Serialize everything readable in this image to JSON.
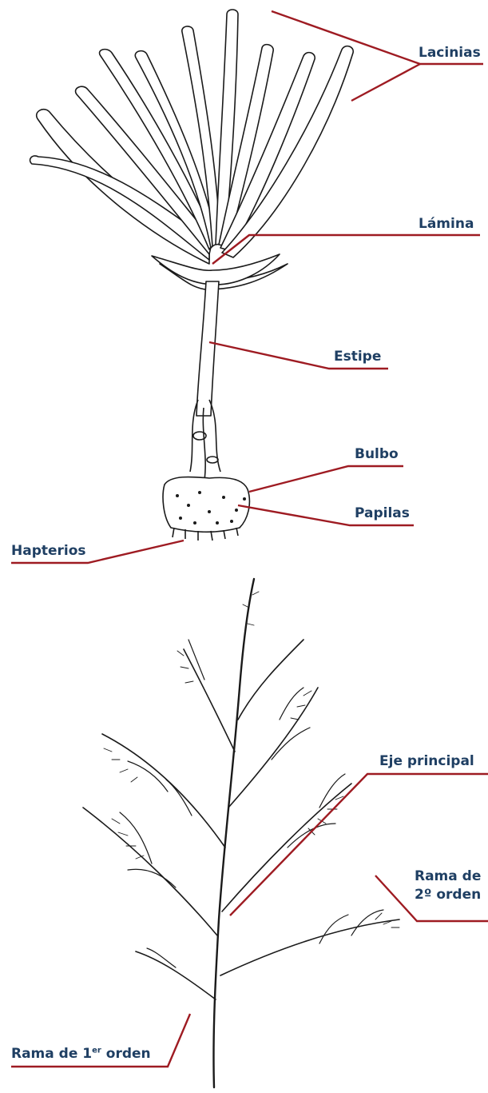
{
  "colors": {
    "leader": "#9e1b22",
    "label": "#1f3f63",
    "ink": "#1a1a1a"
  },
  "figure_top": {
    "labels": {
      "lacinias": "Lacinias",
      "lamina": "Lámina",
      "estipe": "Estipe",
      "bulbo": "Bulbo",
      "papilas": "Papilas",
      "hapterios": "Hapterios"
    }
  },
  "figure_bottom": {
    "labels": {
      "eje_principal": "Eje principal",
      "rama_2_line1": "Rama de",
      "rama_2_line2": "2º orden",
      "rama_1_prefix": "Rama de 1",
      "rama_1_sup": "er",
      "rama_1_suffix": " orden"
    }
  }
}
